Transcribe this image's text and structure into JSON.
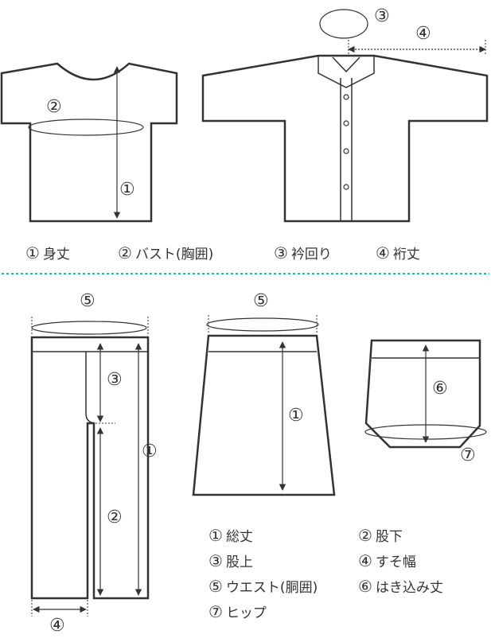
{
  "upper_legend": [
    {
      "num": "①",
      "text": "身丈"
    },
    {
      "num": "②",
      "text": "バスト(胸囲)"
    },
    {
      "num": "③",
      "text": "衿回り"
    },
    {
      "num": "④",
      "text": "裄丈"
    }
  ],
  "lower_legend": [
    {
      "num": "①",
      "text": "総丈"
    },
    {
      "num": "②",
      "text": "股下"
    },
    {
      "num": "③",
      "text": "股上"
    },
    {
      "num": "④",
      "text": "すそ幅"
    },
    {
      "num": "⑤",
      "text": "ウエスト(胴囲)"
    },
    {
      "num": "⑥",
      "text": "はき込み丈"
    },
    {
      "num": "⑦",
      "text": "ヒップ"
    }
  ],
  "diagram_markers": {
    "tshirt_length": "①",
    "tshirt_bust": "②",
    "shirt_neck": "③",
    "shirt_sleeve": "④",
    "pants_waist": "⑤",
    "pants_rise": "③",
    "pants_length": "①",
    "pants_inseam": "②",
    "pants_hem": "④",
    "skirt_waist": "⑤",
    "skirt_length": "①",
    "shorts_rise": "⑥",
    "shorts_hip": "⑦"
  },
  "colors": {
    "outline": "#333333",
    "divider": "#2ab5b5"
  }
}
